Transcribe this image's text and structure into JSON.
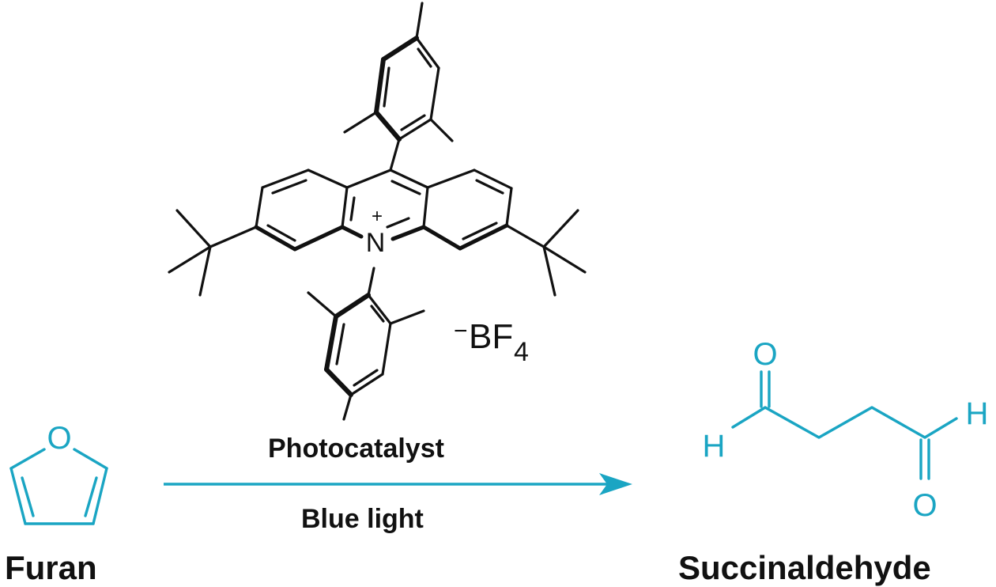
{
  "colors": {
    "catalyst": "#111111",
    "highlight": "#1aa5c3"
  },
  "catalyst": {
    "cation_charge": "+",
    "nitrogen": "N",
    "counterion_charge": "−",
    "counterion": "BF",
    "counterion_subscript": "4"
  },
  "reaction": {
    "above_arrow": "Photocatalyst",
    "below_arrow": "Blue light"
  },
  "reactant": {
    "name": "Furan",
    "oxygen": "O"
  },
  "product": {
    "name": "Succinaldehyde",
    "oxygen": "O",
    "hydrogen": "H"
  }
}
